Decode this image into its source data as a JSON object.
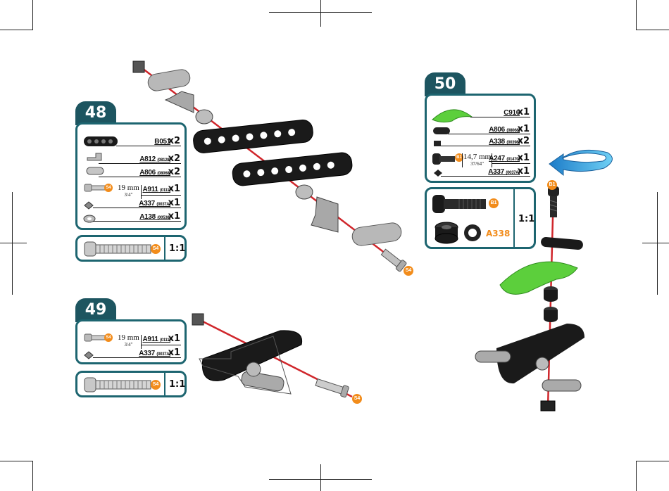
{
  "steps": {
    "s48": {
      "number": "48",
      "parts": [
        {
          "code": "B051",
          "ref": "",
          "count": "x2"
        },
        {
          "code": "A812",
          "ref": "(08128)",
          "count": "x2"
        },
        {
          "code": "A806",
          "ref": "(08068)",
          "count": "x2"
        },
        {
          "code": "A911",
          "ref": "(0111)",
          "count": "x1"
        },
        {
          "code": "A337",
          "ref": "(0037A)",
          "count": "x1"
        },
        {
          "code": "A138",
          "ref": "(00538)",
          "count": "x1"
        }
      ],
      "dimension": {
        "metric": "19 mm",
        "imperial": "3/4\""
      },
      "screw_badge": "S4",
      "scale": "1:1"
    },
    "s49": {
      "number": "49",
      "parts": [
        {
          "code": "A911",
          "ref": "(0111)",
          "count": "x1"
        },
        {
          "code": "A337",
          "ref": "(0037A)",
          "count": "x1"
        }
      ],
      "dimension": {
        "metric": "19 mm",
        "imperial": "3/4\""
      },
      "screw_badge": "S4",
      "scale": "1:1"
    },
    "s50": {
      "number": "50",
      "parts": [
        {
          "code": "C916",
          "ref": "",
          "count": "x1"
        },
        {
          "code": "A806",
          "ref": "(08068)",
          "count": "x1"
        },
        {
          "code": "A338",
          "ref": "(00398)",
          "count": "x2"
        },
        {
          "code": "A247",
          "ref": "(01470)",
          "count": "x1"
        },
        {
          "code": "A337",
          "ref": "(0037A)",
          "count": "x1"
        }
      ],
      "dimension": {
        "metric": "14,7 mm",
        "imperial": "37/64\""
      },
      "spacer_badge": "B1",
      "spacer_label": "A338",
      "scale": "1:1"
    }
  },
  "diagram_badges": {
    "s48_screw": "S4",
    "s49_screw": "S4",
    "s50_bolt": "B1"
  },
  "colors": {
    "teal": "#1d6570",
    "tab": "#1d5560",
    "orange": "#f28c1b",
    "green": "#5ccf3c",
    "arrow_blue": "#2aa8e6",
    "red_line": "#d0262b"
  }
}
